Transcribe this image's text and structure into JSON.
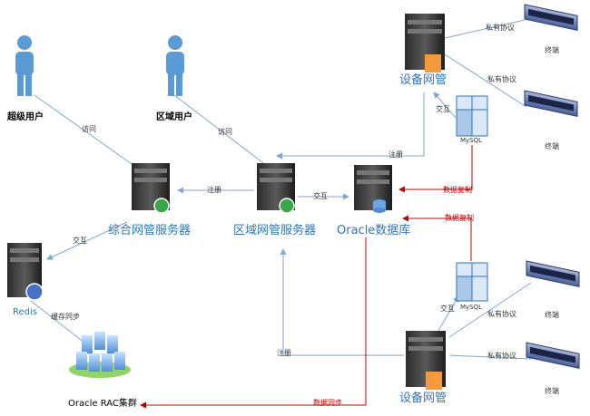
{
  "nodes": {
    "super_user": "超级用户",
    "region_user": "区域用户",
    "central_server": "综合网管服务器",
    "region_server": "区域网管服务器",
    "oracle_db": "Oracle数据库",
    "redis": "Redis",
    "oracle_rac": "Oracle RAC集群",
    "device_mgr_top": "设备网管",
    "device_mgr_bottom": "设备网管",
    "mysql_top": "MySQL",
    "mysql_bottom": "MySQL",
    "terminal": "终端"
  },
  "edges": {
    "access": "访问",
    "register": "注册",
    "interact": "交互",
    "data_replication": "数据复制",
    "cache_sync": "缓存同步",
    "data_sync": "数据同步",
    "private_protocol": "私有协议"
  },
  "colors": {
    "blue_line": "#7fa7d0",
    "red_line": "#c00000",
    "node_text": "#2e75b6"
  }
}
